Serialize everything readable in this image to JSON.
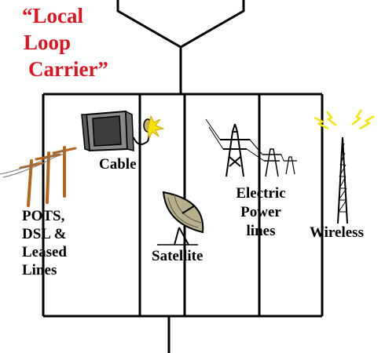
{
  "title": {
    "lines": [
      "“Local",
      "Loop",
      "Carrier”"
    ],
    "color": "#e0141e"
  },
  "carriers": {
    "pots": {
      "lines": [
        "POTS,",
        "DSL &",
        "Leased",
        "Lines"
      ],
      "icon": "telephone-poles-icon"
    },
    "cable": {
      "label": "Cable",
      "icon": "television-plug-icon"
    },
    "satellite": {
      "label": "Satellite",
      "icon": "satellite-dish-icon"
    },
    "power": {
      "lines": [
        "Electric",
        "Power",
        "lines"
      ],
      "icon": "power-pylons-icon"
    },
    "wireless": {
      "label": "Wireless",
      "icon": "radio-tower-icon"
    }
  },
  "colors": {
    "line": "#000000",
    "pole": "#b5651d",
    "spark": "#f5e20a",
    "tv_body": "#8a8a8a",
    "tv_screen": "#3c3c3c"
  }
}
